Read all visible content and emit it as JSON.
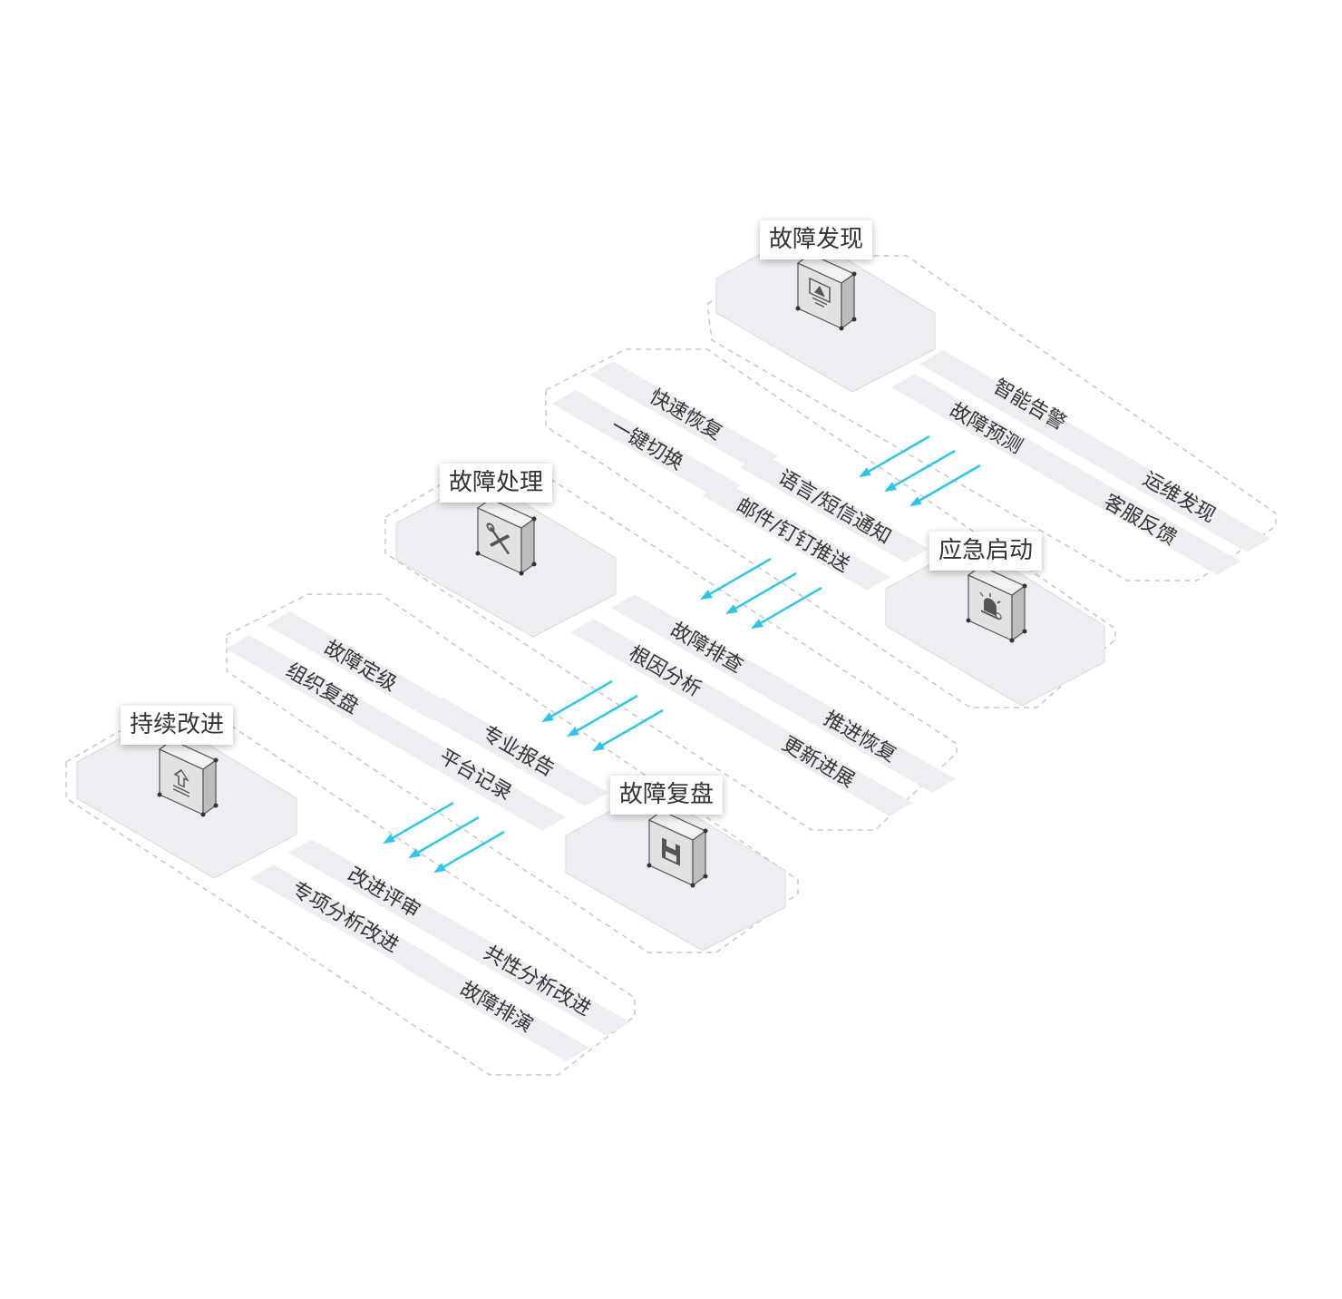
{
  "stages": [
    {
      "name": "故障发现",
      "icon": "warning-monitor-icon"
    },
    {
      "name": "应急启动",
      "icon": "alarm-light-icon"
    },
    {
      "name": "故障处理",
      "icon": "tools-icon"
    },
    {
      "name": "故障复盘",
      "icon": "save-disk-icon"
    },
    {
      "name": "持续改进",
      "icon": "upload-arrow-icon"
    }
  ],
  "panels": [
    [
      "智能告警",
      "故障预测",
      "运维发现",
      "客服反馈"
    ],
    [
      "快速恢复",
      "一键切换",
      "语言/短信通知",
      "邮件/钉钉推送"
    ],
    [
      "故障排查",
      "根因分析",
      "推进恢复",
      "更新进展"
    ],
    [
      "故障定级",
      "组织复盘",
      "专业报告",
      "平台记录"
    ],
    [
      "改进评审",
      "专项分析改进",
      "共性分析改进",
      "故障排演"
    ]
  ],
  "colors": {
    "arrow": "#2ec6e6",
    "platform": "#eceef1",
    "cell": "#eceef1",
    "dashed": "#c8c8c8",
    "text": "#333333"
  }
}
